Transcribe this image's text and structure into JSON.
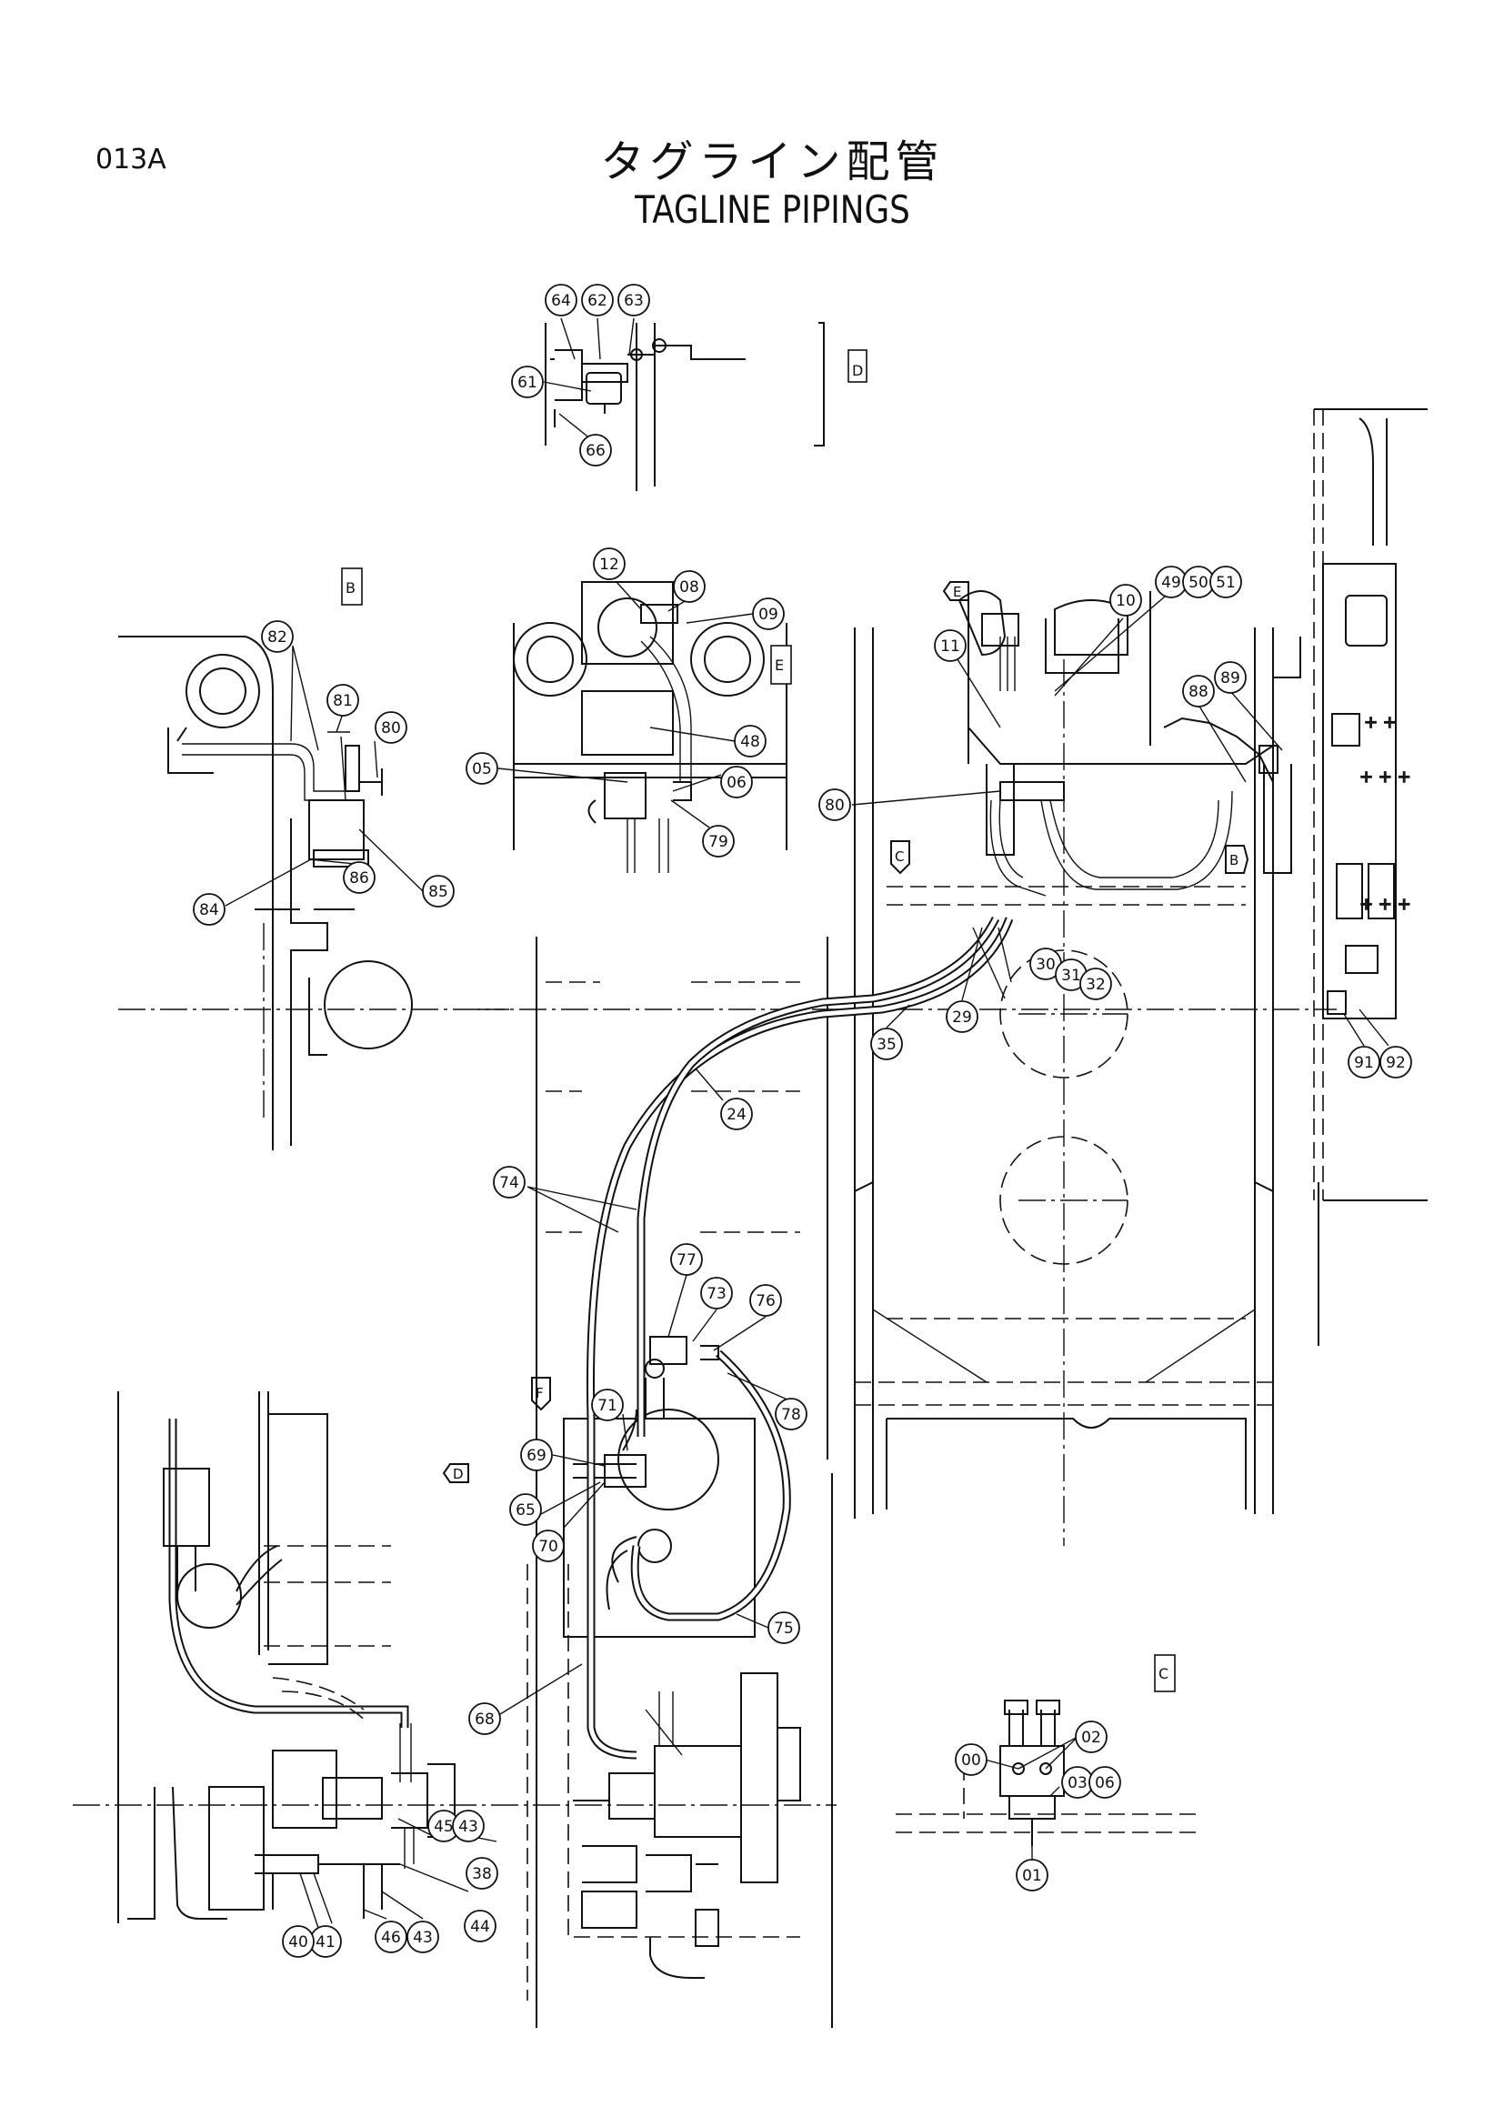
{
  "header": {
    "page_code": "013A",
    "title_jp": "タグライン配管",
    "title_en": "TAGLINE PIPINGS"
  },
  "view_labels": [
    {
      "id": "D",
      "text": "D"
    },
    {
      "id": "B",
      "text": "B"
    },
    {
      "id": "E",
      "text": "E"
    },
    {
      "id": "C",
      "text": "C"
    }
  ],
  "view_arrows": [
    {
      "id": "E",
      "text": "E"
    },
    {
      "id": "C",
      "text": "C"
    },
    {
      "id": "B",
      "text": "B"
    },
    {
      "id": "F",
      "text": "F"
    },
    {
      "id": "D",
      "text": "D"
    }
  ],
  "callouts": [
    "64",
    "62",
    "63",
    "61",
    "66",
    "82",
    "81",
    "80",
    "85",
    "84",
    "86",
    "12",
    "08",
    "09",
    "05",
    "48",
    "06",
    "79",
    "10",
    "49",
    "50",
    "51",
    "11",
    "80",
    "88",
    "89",
    "30",
    "31",
    "32",
    "29",
    "35",
    "24",
    "91",
    "92",
    "74",
    "77",
    "73",
    "76",
    "78",
    "71",
    "69",
    "65",
    "70",
    "75",
    "68",
    "45",
    "43",
    "38",
    "44",
    "46",
    "43",
    "41",
    "40",
    "00",
    "02",
    "03",
    "06",
    "01"
  ]
}
